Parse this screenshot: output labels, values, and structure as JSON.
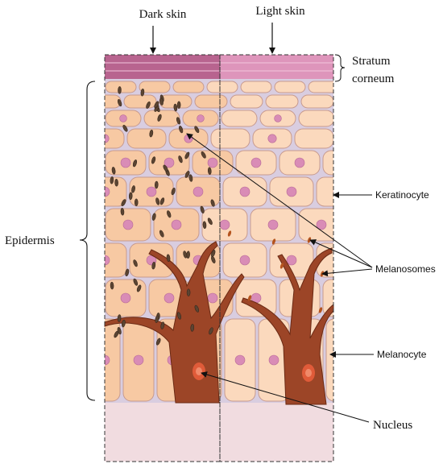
{
  "labels": {
    "dark_skin": "Dark skin",
    "light_skin": "Light skin",
    "stratum_line1": "Stratum",
    "stratum_line2": "corneum",
    "epidermis": "Epidermis",
    "keratinocyte": "Keratinocyte",
    "melanosomes": "Melanosomes",
    "melanocyte": "Melanocyte",
    "nucleus": "Nucleus"
  },
  "colors": {
    "stratum_corneum": "#d27aa6",
    "cell_fill": "#f7c9a3",
    "cell_fill_light": "#fbd9bd",
    "cell_border": "#c79a8e",
    "matrix": "#d9cde0",
    "cell_nucleus": "#d98cb6",
    "melanocyte": "#9c4527",
    "melanosome_dark": "#5b4432",
    "melanosome_light": "#b5541e",
    "dermis": "#f1dce0",
    "outline": "#333333"
  }
}
